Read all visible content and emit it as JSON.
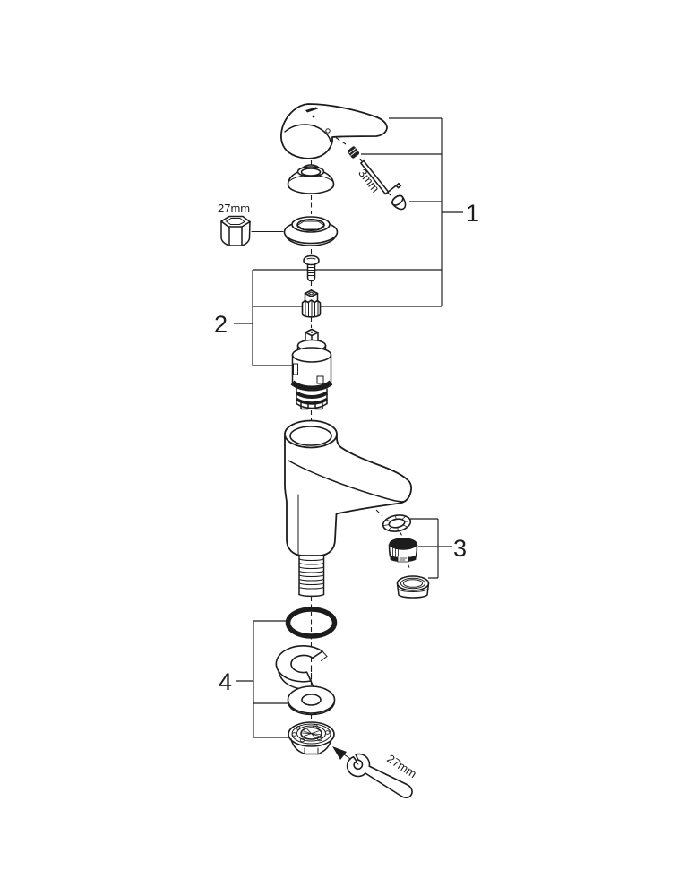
{
  "canvas": {
    "background": "#ffffff",
    "line_color": "#1c1c1c"
  },
  "callouts": {
    "group1": "1",
    "group2": "2",
    "group3": "3",
    "group4": "4"
  },
  "annotations": {
    "socket_size": "27mm",
    "hex_key_size": "3mm",
    "wrench_size": "27mm"
  }
}
